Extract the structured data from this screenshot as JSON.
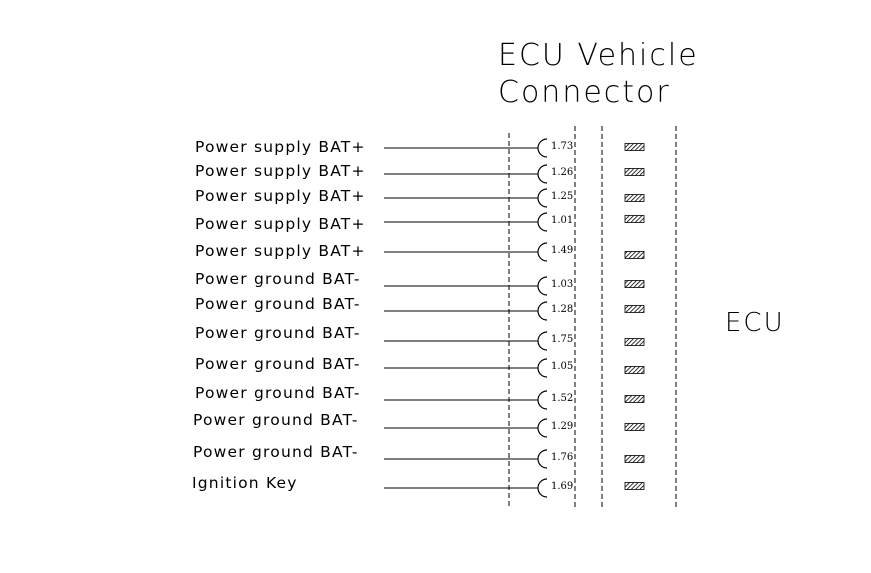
{
  "connector_title": {
    "line1": "ECU Vehicle",
    "line2": "Connector"
  },
  "ecu_label": "ECU",
  "pins": [
    {
      "signal": "Power supply BAT+",
      "pin": "1.73"
    },
    {
      "signal": "Power supply BAT+",
      "pin": "1.26"
    },
    {
      "signal": "Power supply BAT+",
      "pin": "1.25"
    },
    {
      "signal": "Power supply BAT+",
      "pin": "1.01"
    },
    {
      "signal": "Power supply BAT+",
      "pin": "1.49"
    },
    {
      "signal": "Power ground BAT-",
      "pin": "1.03"
    },
    {
      "signal": "Power ground BAT-",
      "pin": "1.28"
    },
    {
      "signal": "Power ground BAT-",
      "pin": "1.75"
    },
    {
      "signal": "Power ground BAT-",
      "pin": "1.05"
    },
    {
      "signal": "Power ground BAT-",
      "pin": "1.52"
    },
    {
      "signal": "Power ground BAT-",
      "pin": "1.29"
    },
    {
      "signal": "Power ground BAT-",
      "pin": "1.76"
    },
    {
      "signal": "Ignition Key",
      "pin": "1.69"
    }
  ]
}
